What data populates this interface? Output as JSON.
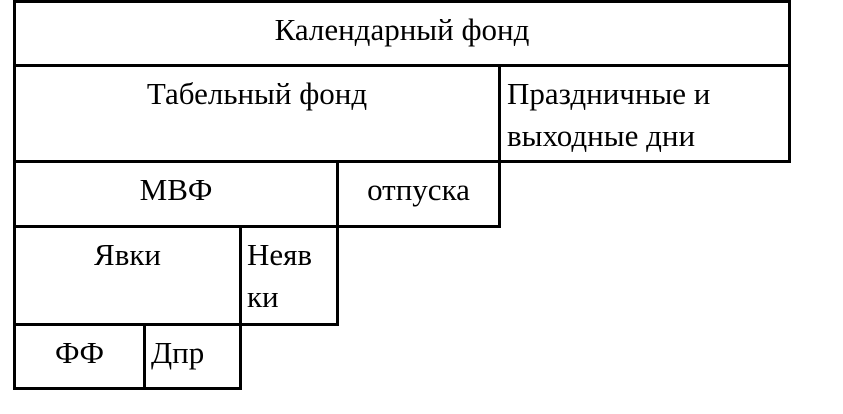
{
  "diagram": {
    "calendar_fund": "Календарный фонд",
    "tabular_fund": "Табельный фонд",
    "holidays_line1": "Праздничные и",
    "holidays_line2": "выходные дни",
    "mvf": "МВФ",
    "vacations": "отпуска",
    "attendance": "Явки",
    "absences_line1": "Неяв",
    "absences_line2": "ки",
    "ff": "ФФ",
    "dpr": "Дпр"
  }
}
